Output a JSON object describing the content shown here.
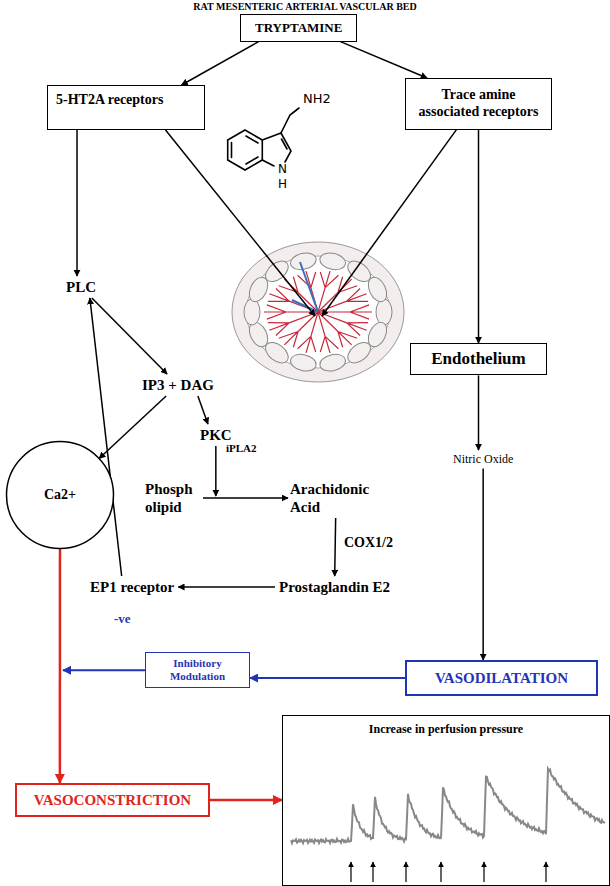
{
  "diagram": {
    "title": "RAT MESENTERIC ARTERIAL VASCULAR BED",
    "nodes": [
      {
        "text": [
          "TRYPTAMINE"
        ]
      },
      {
        "text": [
          "5-HT2A receptors"
        ]
      },
      {
        "text": [
          "Trace amine associated receptors"
        ]
      },
      {
        "text": [
          "PLC"
        ]
      },
      {
        "text": [
          "IP3 + DAG"
        ]
      },
      {
        "text": [
          "PKC"
        ]
      },
      {
        "text": [
          "Endothelium"
        ]
      },
      {
        "text": [
          "Nitric Oxide"
        ]
      },
      {
        "text": [
          "Ca2+"
        ]
      },
      {
        "text": [
          "Phosph olipid"
        ]
      },
      {
        "text": [
          "Arachidonic Acid"
        ]
      },
      {
        "text": [
          "Prostaglandin E2"
        ]
      },
      {
        "text": [
          "EP1 receptor"
        ]
      },
      {
        "text": [
          "Inhibitory Modulation"
        ]
      },
      {
        "text": [
          "VASODILATATION"
        ]
      },
      {
        "text": [
          "VASOCONSTRICTION"
        ]
      },
      {
        "text": [
          "Increase in perfusion pressure"
        ]
      }
    ],
    "edges": [
      {
        "from": 0,
        "to": 1,
        "arrow": "to"
      },
      {
        "from": 0,
        "to": 2,
        "arrow": "to"
      },
      {
        "from": 1,
        "to": 3,
        "arrow": "to"
      },
      {
        "from": 2,
        "to": 6,
        "arrow": "to"
      },
      {
        "from": 3,
        "to": 4,
        "arrow": "to"
      },
      {
        "from": 4,
        "to": 5,
        "arrow": "to"
      },
      {
        "from": 4,
        "to": 8,
        "arrow": "to"
      },
      {
        "from": 9,
        "to": 10,
        "arrow": "to"
      },
      {
        "from": 10,
        "to": 11,
        "arrow": "to"
      },
      {
        "from": 11,
        "to": 12,
        "arrow": "to"
      },
      {
        "from": 12,
        "to": 3,
        "arrow": "to"
      },
      {
        "from": 6,
        "to": 7,
        "arrow": "to"
      },
      {
        "from": 7,
        "to": 14,
        "arrow": "to"
      },
      {
        "from": 14,
        "to": 13,
        "arrow": "to"
      },
      {
        "from": 8,
        "to": 15,
        "arrow": "to"
      },
      {
        "from": 15,
        "to": 16,
        "arrow": "to"
      }
    ],
    "labels": [
      "NH2",
      "N",
      "H",
      "iPLA2",
      "COX1/2",
      "-ve"
    ]
  }
}
